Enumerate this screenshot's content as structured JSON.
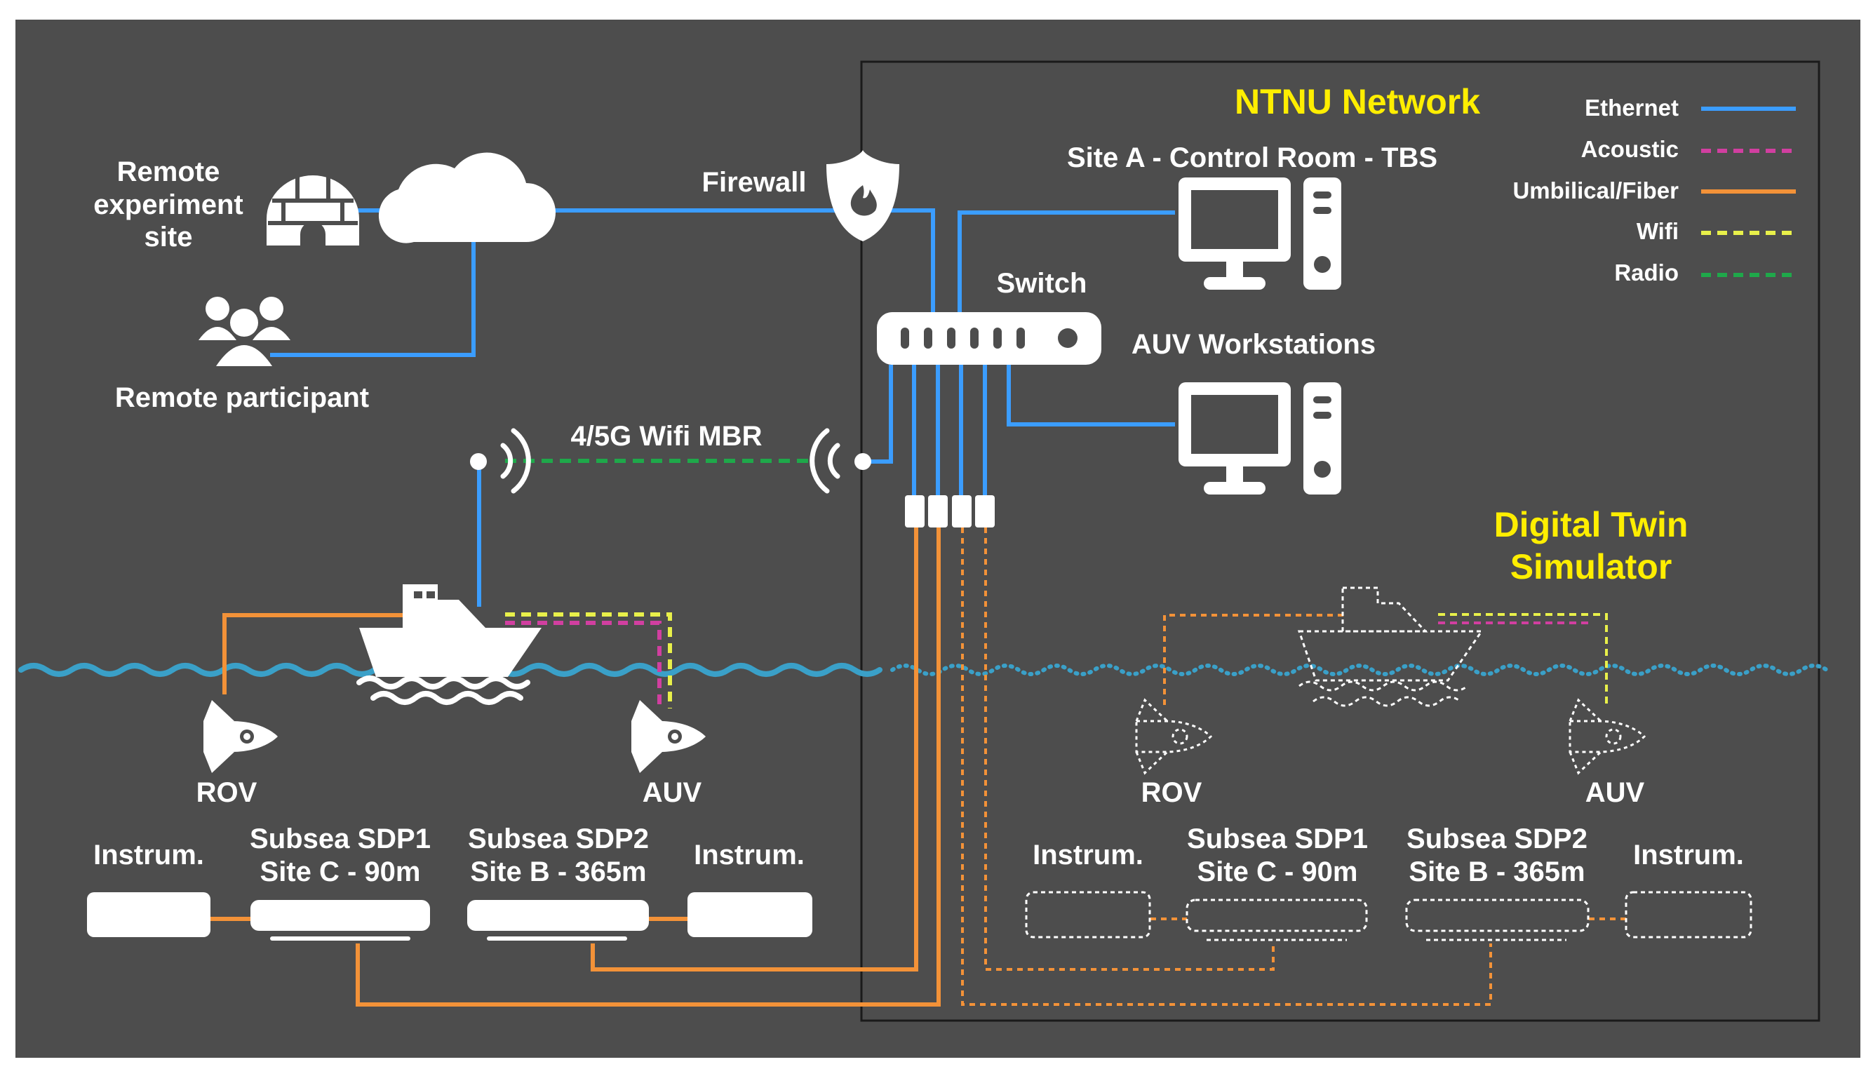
{
  "colors": {
    "background": "#4d4d4d",
    "ethernet": "#3b9dff",
    "acoustic": "#d13fa0",
    "umbilical_fiber": "#f39238",
    "wifi": "#e8f04a",
    "radio": "#1fa84a",
    "title": "#ffee00",
    "icon": "#ffffff"
  },
  "titles": {
    "network": "NTNU Network",
    "digital_twin_line1": "Digital Twin",
    "digital_twin_line2": "Simulator"
  },
  "legend": [
    {
      "label": "Ethernet",
      "style": "solid",
      "color": "#3b9dff"
    },
    {
      "label": "Acoustic",
      "style": "dashed",
      "color": "#d13fa0"
    },
    {
      "label": "Umbilical/Fiber",
      "style": "solid",
      "color": "#f39238"
    },
    {
      "label": "Wifi",
      "style": "dashed",
      "color": "#e8f04a"
    },
    {
      "label": "Radio",
      "style": "dashed",
      "color": "#1fa84a"
    }
  ],
  "labels": {
    "remote_site_line1": "Remote",
    "remote_site_line2": "experiment",
    "remote_site_line3": "site",
    "remote_participant": "Remote participant",
    "firewall": "Firewall",
    "switch": "Switch",
    "site_a": "Site A - Control Room - TBS",
    "auv_workstations": "AUV Workstations",
    "wifi_mbr": "4/5G Wifi MBR"
  },
  "physical": {
    "rov": "ROV",
    "auv": "AUV",
    "instrum_left": "Instrum.",
    "instrum_right": "Instrum.",
    "sdp1_line1": "Subsea SDP1",
    "sdp1_line2": "Site C - 90m",
    "sdp2_line1": "Subsea SDP2",
    "sdp2_line2": "Site B - 365m"
  },
  "twin": {
    "rov": "ROV",
    "auv": "AUV",
    "instrum_left": "Instrum.",
    "instrum_right": "Instrum.",
    "sdp1_line1": "Subsea SDP1",
    "sdp1_line2": "Site C - 90m",
    "sdp2_line1": "Subsea SDP2",
    "sdp2_line2": "Site B - 365m"
  },
  "icons": [
    "igloo-icon",
    "cloud-icon",
    "people-icon",
    "firewall-icon",
    "switch-icon",
    "computer-icon",
    "antenna-icon",
    "ship-icon",
    "rocket-icon",
    "wave-icon"
  ]
}
